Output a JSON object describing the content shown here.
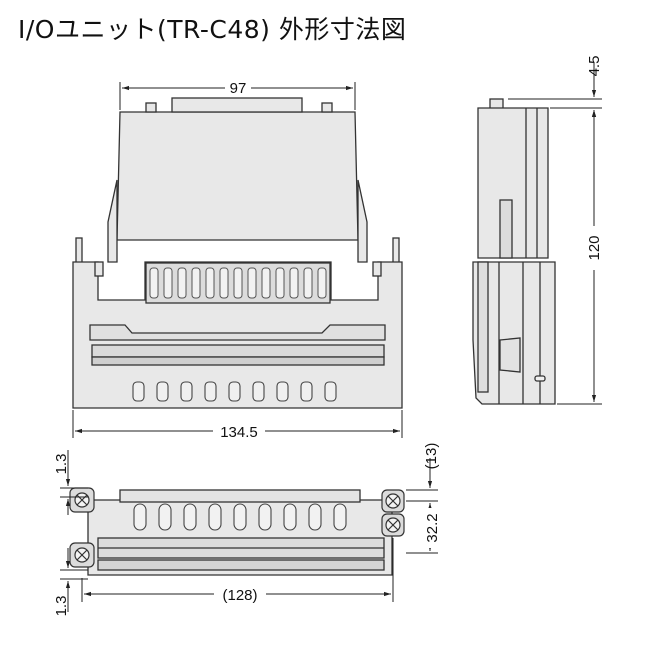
{
  "title": "I/Oユニット(TR-C48) 外形寸法図",
  "dimensions": {
    "top_width": "97",
    "overall_width": "134.5",
    "height_offset": "4.5",
    "height": "120",
    "bottom_offset_top": "1.3",
    "bottom_offset_bottom": "1.3",
    "depth_ref": "(13)",
    "mount_pitch": "32.2",
    "mount_span": "(128)"
  },
  "colors": {
    "body_fill": "#e8e8e8",
    "outline": "#333333",
    "hatch": "#9a9a9a",
    "background": "#ffffff"
  },
  "icons": [
    "mounting-screw-icon"
  ]
}
